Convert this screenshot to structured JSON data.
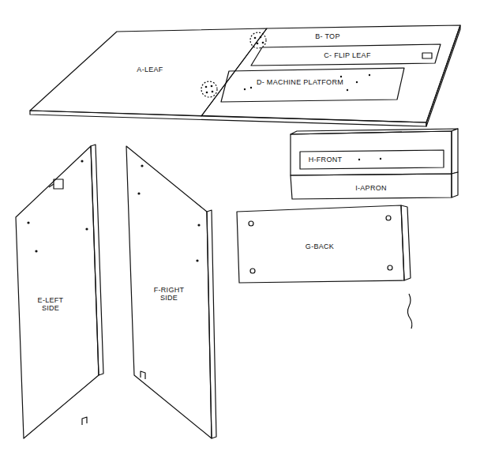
{
  "diagram": {
    "nodes": [
      {
        "text": [
          "A-LEAF"
        ]
      },
      {
        "text": [
          "B- TOP"
        ]
      },
      {
        "text": [
          "C- FLIP LEAF"
        ],
        "in": 1
      },
      {
        "text": [
          "D- MACHINE PLATFORM"
        ],
        "in": 1
      },
      {
        "text": [
          "H-FRONT"
        ]
      },
      {
        "text": [
          "I-APRON"
        ]
      },
      {
        "text": [
          "E-LEFT SIDE"
        ]
      },
      {
        "text": [
          "F-RIGHT SIDE"
        ]
      },
      {
        "text": [
          "G-BACK"
        ]
      }
    ]
  }
}
